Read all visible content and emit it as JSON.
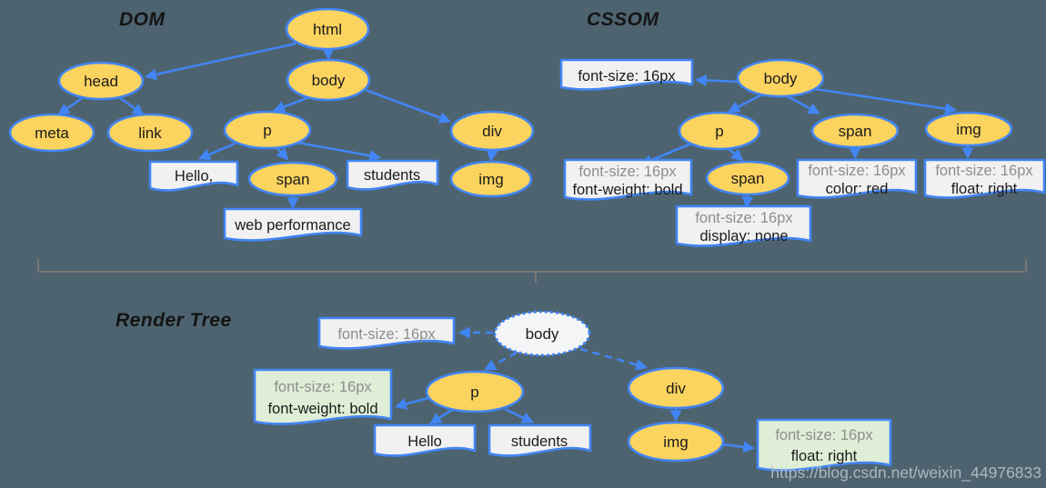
{
  "titles": {
    "dom": "DOM",
    "cssom": "CSSOM",
    "render": "Render Tree"
  },
  "dom": {
    "nodes": {
      "html": "html",
      "head": "head",
      "body": "body",
      "meta": "meta",
      "link": "link",
      "p": "p",
      "div": "div",
      "span": "span",
      "img": "img"
    },
    "text_nodes": {
      "hello": "Hello,",
      "students": "students",
      "webperf": "web performance"
    }
  },
  "cssom": {
    "nodes": {
      "body": "body",
      "p": "p",
      "span": "span",
      "img": "img",
      "p_span": "span"
    },
    "rules": {
      "body_rule": {
        "line1": "font-size: 16px"
      },
      "p_rule": {
        "line1": "font-size: 16px",
        "line2": "font-weight: bold"
      },
      "span_rule": {
        "line1": "font-size: 16px",
        "line2": "color: red"
      },
      "img_rule": {
        "line1": "font-size: 16px",
        "line2": "float: right"
      },
      "p_span_rule": {
        "line1": "font-size: 16px",
        "line2": "display: none"
      }
    }
  },
  "render": {
    "nodes": {
      "body": "body",
      "p": "p",
      "div": "div",
      "img": "img"
    },
    "text_nodes": {
      "hello": "Hello",
      "students": "students"
    },
    "rules": {
      "body_rule": {
        "line1": "font-size: 16px"
      },
      "p_rule": {
        "line1": "font-size: 16px",
        "line2": "font-weight: bold"
      },
      "img_rule": {
        "line1": "font-size: 16px",
        "line2": "float: right"
      }
    }
  },
  "watermark": "https://blog.csdn.net/weixin_44976833",
  "colors": {
    "background": "#4d6470",
    "node_fill": "#fbd35f",
    "accent_blue": "#4285f4",
    "box_fill": "#f1f1f2",
    "green_box_fill": "#dfeed6",
    "rule_muted_text": "#8d8d8d",
    "divider": "#7b7571",
    "watermark_text": "#b7c0c5"
  }
}
